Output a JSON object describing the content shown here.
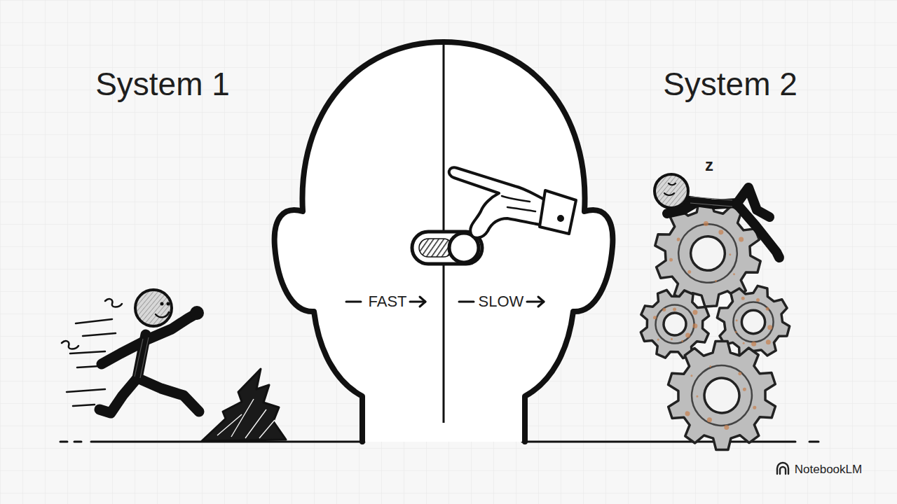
{
  "diagram": {
    "labels": [
      "System 1",
      "System 2",
      "FAST",
      "SLOW",
      "z",
      "NotebookLM"
    ]
  }
}
